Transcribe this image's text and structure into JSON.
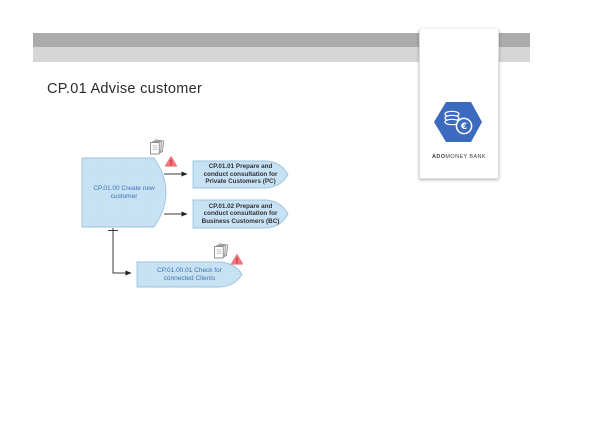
{
  "title": "CP.01 Advise customer",
  "logo": {
    "brand_bold": "ADO",
    "brand_rest": "MONEY BANK",
    "euro_symbol": "€"
  },
  "diagram": {
    "nodes": [
      {
        "id": "CP.01.00",
        "label": "CP.01.00 Create new customer"
      },
      {
        "id": "CP.01.01",
        "label": "CP.01.01 Prepare and conduct consultation for Private Customers (PC)"
      },
      {
        "id": "CP.01.02",
        "label": "CP.01.02 Prepare and conduct consultation for Business Customers (BC)"
      },
      {
        "id": "CP.01.00.01",
        "label": "CP.01.00.01 Check for connected Clients"
      }
    ],
    "icons": {
      "document": "document-icon",
      "warning": "warning-icon"
    }
  },
  "colors": {
    "bar_dark": "#ababab",
    "bar_light": "#d6d6d6",
    "node_fill": "#c9e3f5",
    "node_dot": "#b0d4ec",
    "node_border": "#9cc3dd",
    "blue_text": "#3c74b0",
    "dark_text": "#333333",
    "logo_blue": "#3b6abf",
    "warning_red": "#f2747b",
    "warning_mark": "#c23540",
    "connector": "#3a3a3a"
  }
}
